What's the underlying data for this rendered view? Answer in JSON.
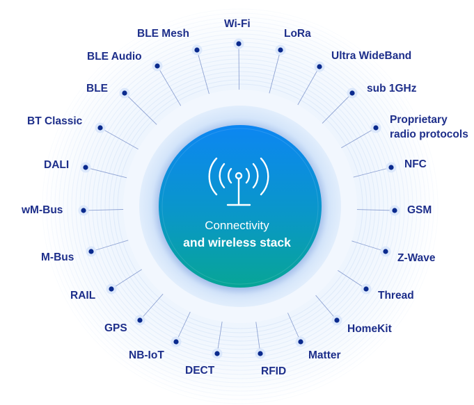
{
  "center": {
    "title_line1": "Connectivity",
    "title_line2": "and wireless stack",
    "icon": "antenna-signal-icon",
    "gradient_top": "#0c86f2",
    "gradient_bottom": "#07a596"
  },
  "colors": {
    "label": "#1d2e8a",
    "dot": "#0a2a8e",
    "halo": "#dce8fb",
    "ring": "#cfe3fb"
  },
  "protocols": [
    {
      "label": "Wi-Fi"
    },
    {
      "label": "LoRa"
    },
    {
      "label": "Ultra WideBand"
    },
    {
      "label": "sub 1GHz"
    },
    {
      "label": "Proprietary",
      "label2": "radio protocols"
    },
    {
      "label": "NFC"
    },
    {
      "label": "GSM"
    },
    {
      "label": "Z-Wave"
    },
    {
      "label": "Thread"
    },
    {
      "label": "HomeKit"
    },
    {
      "label": "Matter"
    },
    {
      "label": "RFID"
    },
    {
      "label": "DECT"
    },
    {
      "label": "NB-IoT"
    },
    {
      "label": "GPS"
    },
    {
      "label": "RAIL"
    },
    {
      "label": "M-Bus"
    },
    {
      "label": "wM-Bus"
    },
    {
      "label": "DALI"
    },
    {
      "label": "BT Classic"
    },
    {
      "label": "BLE"
    },
    {
      "label": "BLE Audio"
    },
    {
      "label": "BLE Mesh"
    }
  ]
}
